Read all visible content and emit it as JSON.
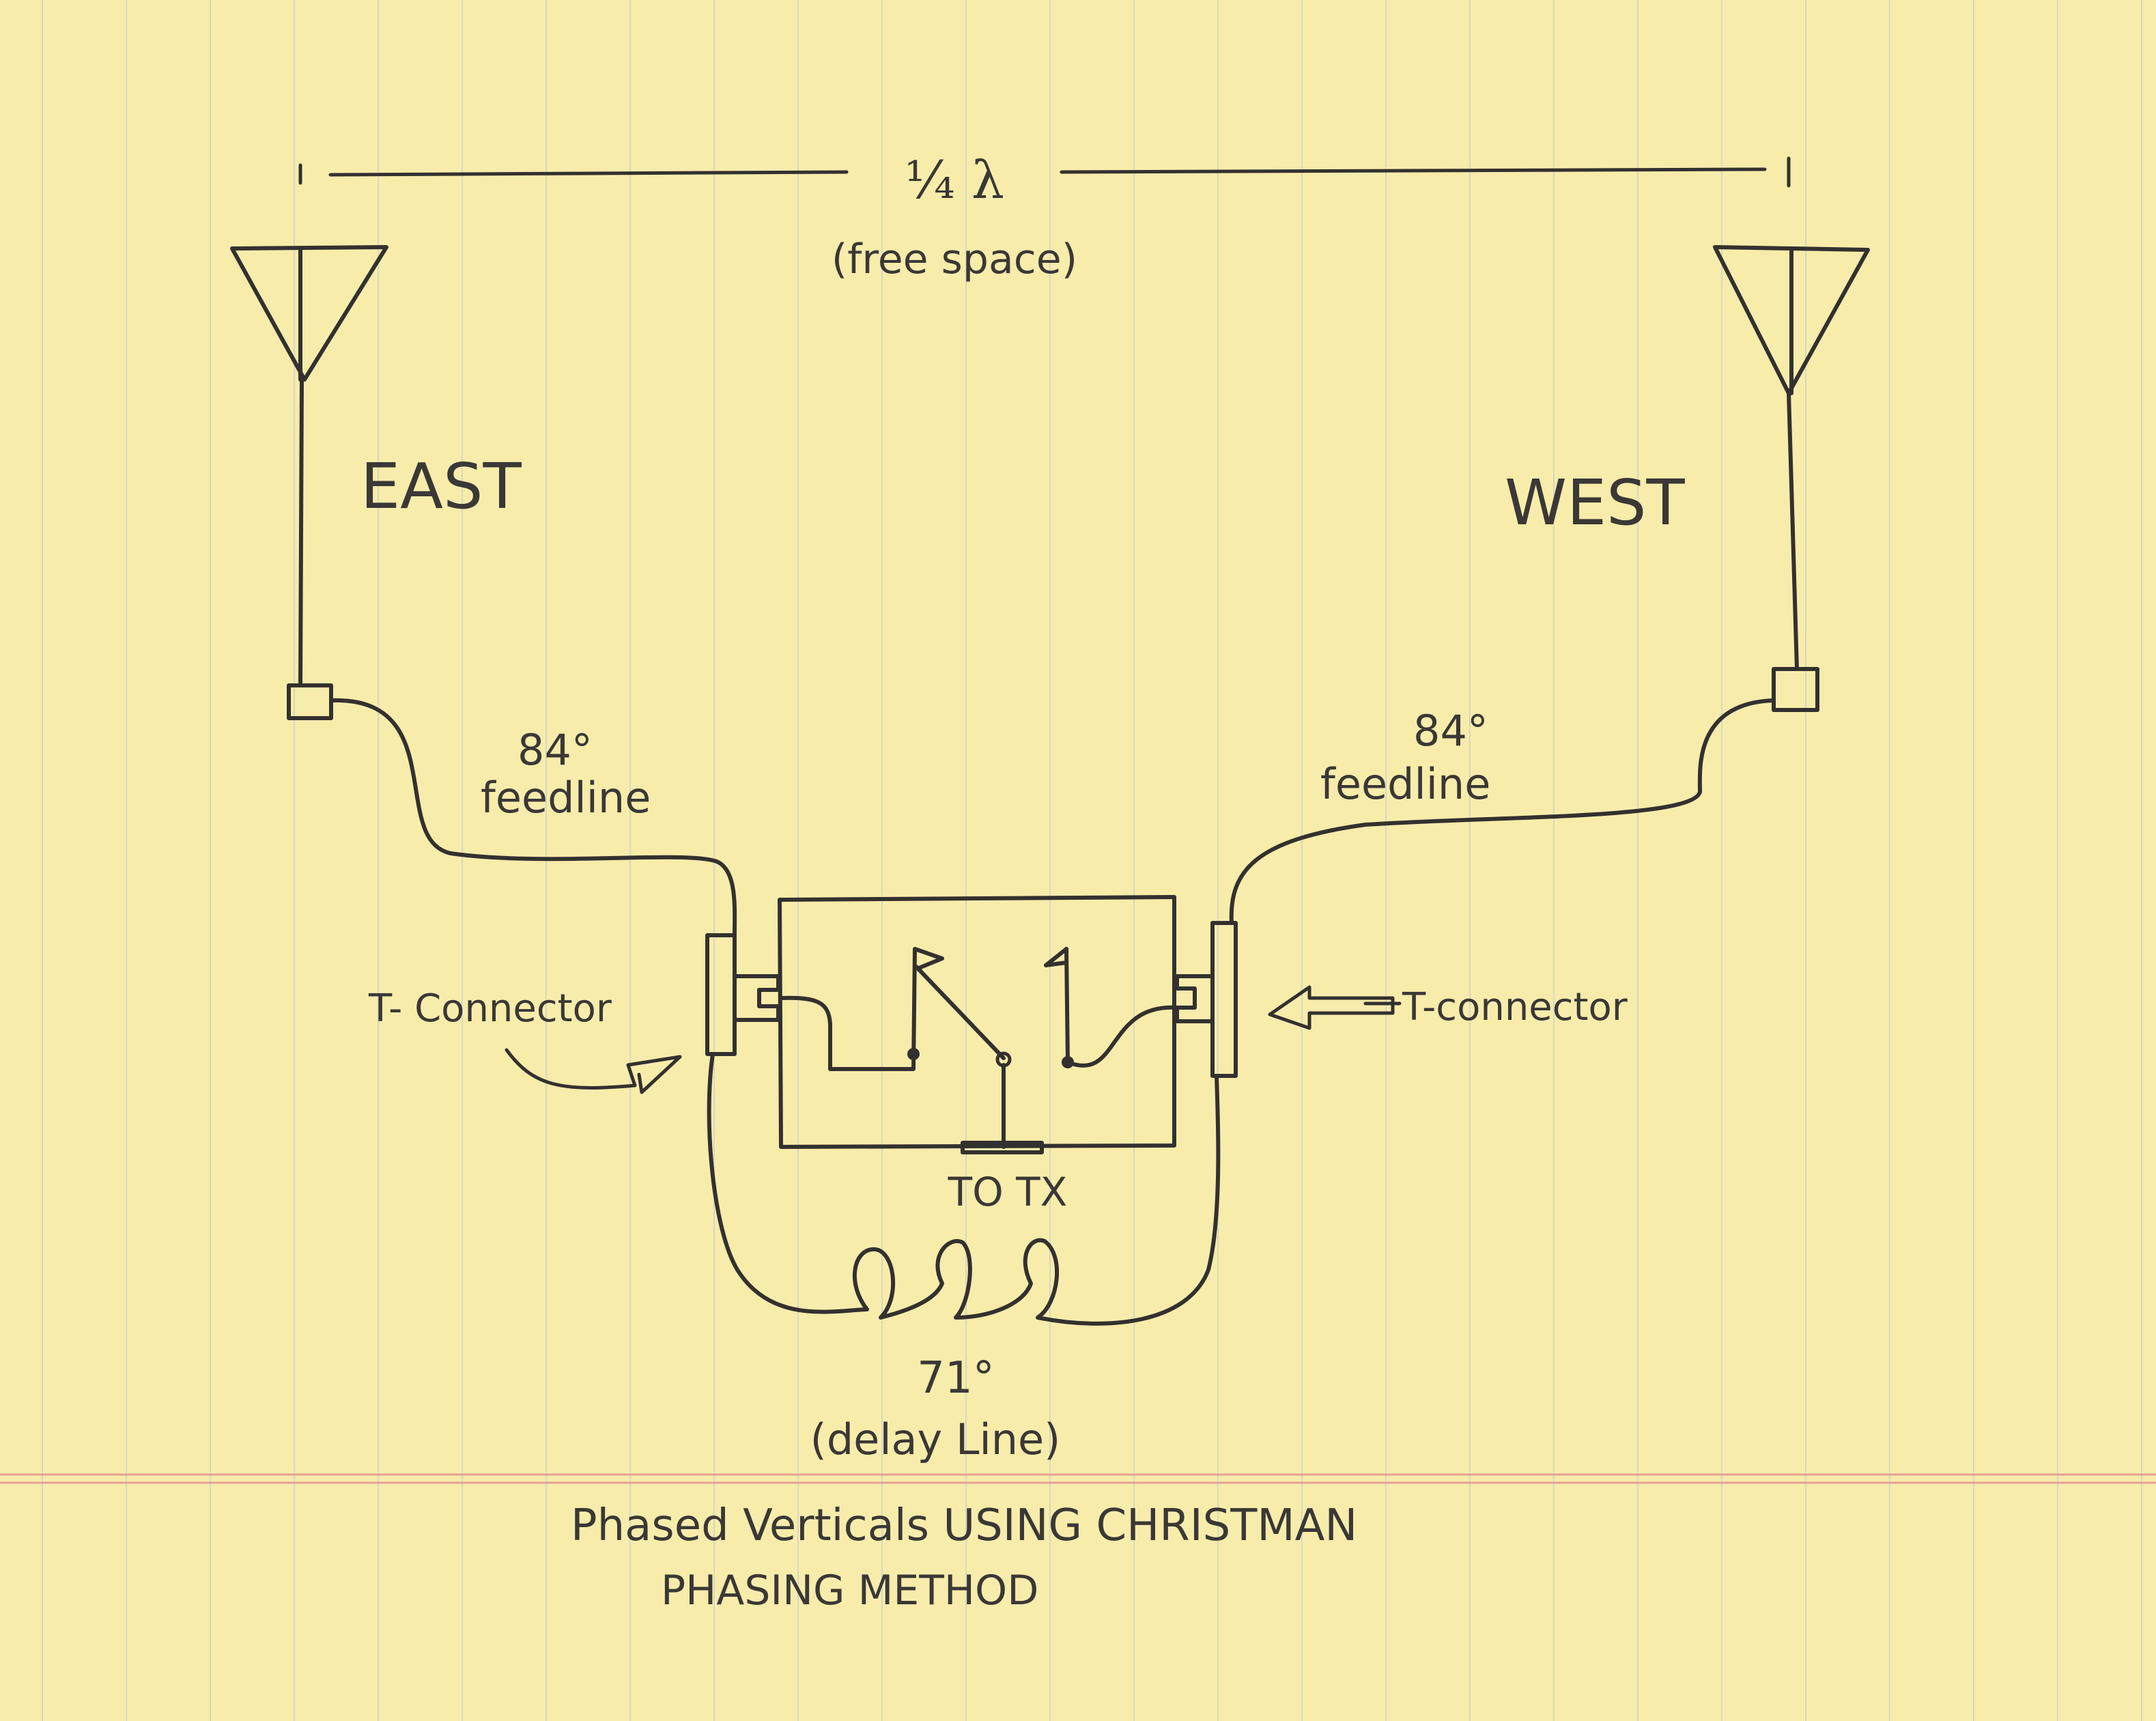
{
  "labels": {
    "spacing": "¼ λ",
    "spacing_note": "(free space)",
    "east": "EAST",
    "west": "WEST",
    "feed_left_deg": "84°",
    "feed_left_name": "feedline",
    "feed_right_deg": "84°",
    "feed_right_name": "feedline",
    "tconn_left": "T- Connector",
    "tconn_right": "T-connector",
    "to_tx": "TO  TX",
    "delay_deg": "71°",
    "delay_name": "(delay Line)",
    "title_line1": "Phased Verticals  USING  CHRISTMAN",
    "title_line2": "PHASING  METHOD"
  },
  "colors": {
    "paper": "#f8ecab",
    "ink": "#33312f",
    "ruled_line": "#b9cbd8",
    "margin_line": "#e58e8e"
  }
}
